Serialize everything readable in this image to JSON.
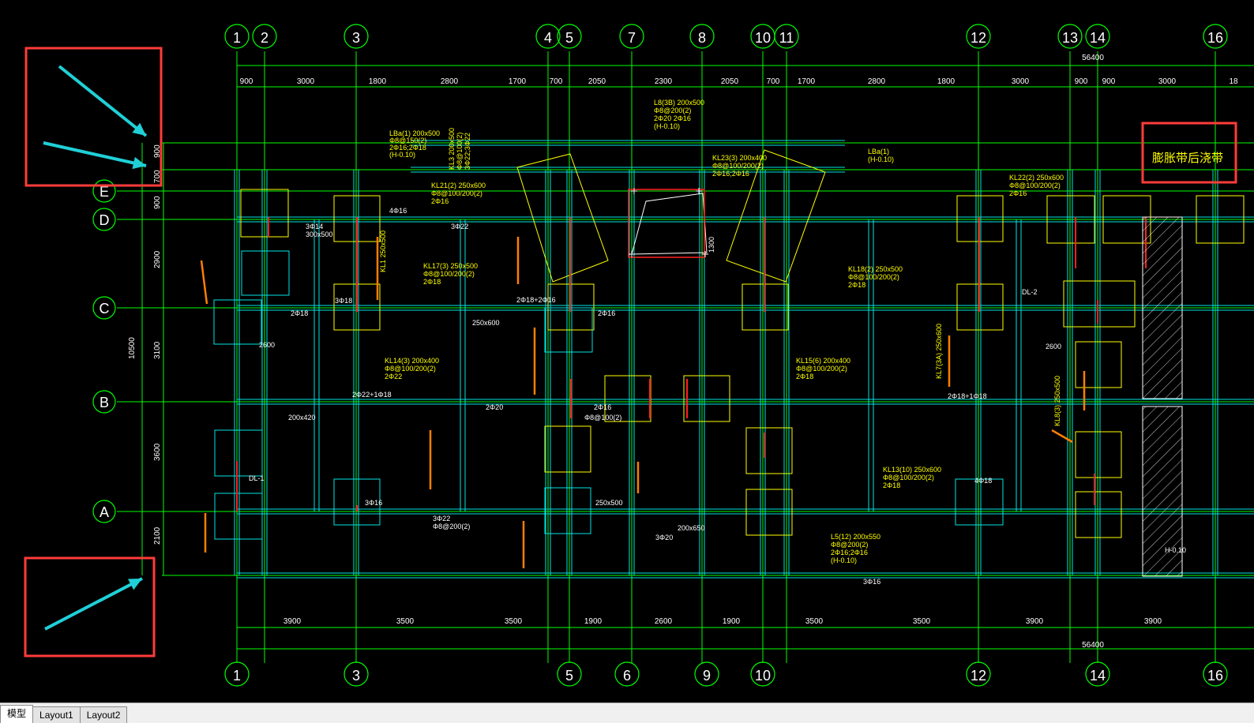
{
  "tabs": [
    "模型",
    "Layout1",
    "Layout2"
  ],
  "overall_dim": "56400",
  "grid_top": [
    "1",
    "2",
    "3",
    "4",
    "5",
    "7",
    "8",
    "10",
    "11",
    "12",
    "13",
    "14",
    "16"
  ],
  "grid_bottom": [
    "1",
    "3",
    "5",
    "6",
    "9",
    "10",
    "12",
    "14",
    "16"
  ],
  "rows": [
    "E",
    "D",
    "C",
    "B",
    "A"
  ],
  "top_dims": [
    "900",
    "3000",
    "1800",
    "2800",
    "1700",
    "700",
    "2050",
    "2300",
    "2050",
    "700",
    "1700",
    "2800",
    "1800",
    "3000",
    "900",
    "900",
    "3000",
    "18"
  ],
  "bottom_dims": [
    "3900",
    "3500",
    "3500",
    "1900",
    "2600",
    "1900",
    "3500",
    "3500",
    "3900",
    "3900"
  ],
  "left_dims": [
    "900",
    "700",
    "900",
    "2900",
    "3100",
    "3600",
    "2100"
  ],
  "left_total": "10500",
  "callout": "膨胀带后浇带",
  "beam_labels": [
    "LBa(1) 200x500",
    "Φ8@150(2)",
    "2Φ16;2Φ18",
    "(H-0.10)",
    "KL3 200x500",
    "Φ8@100(2)",
    "3Φ22;3Φ22",
    "KL21(2) 250x600",
    "Φ8@100/200(2)",
    "2Φ16",
    "KL1 250x500",
    "KL17(3) 250x500",
    "Φ8@100/200(2)",
    "2Φ18",
    "L8(3B) 200x500",
    "Φ8@200(2)",
    "2Φ20 2Φ16",
    "(H-0.10)",
    "KL23(3) 200x400",
    "Φ8@100/200(2)",
    "2Φ16;2Φ16",
    "LBa(1)",
    "(H-0.10)",
    "KL22(2) 250x600",
    "Φ8@100/200(2)",
    "2Φ16",
    "KL18(2) 250x500",
    "Φ8@100/200(2)",
    "2Φ18",
    "KL14(3) 200x400",
    "Φ8@100/200(2)",
    "2Φ22",
    "KL15(6) 200x400",
    "Φ8@100/200(2)",
    "2Φ18",
    "KL13(10) 250x600",
    "Φ8@100/200(2)",
    "2Φ18",
    "L5(12) 200x550",
    "Φ8@200(2)",
    "2Φ16;2Φ16",
    "(H-0.10)",
    "KL7(3A) 250x600",
    "KL8(3) 250x500"
  ],
  "rebar_labels": [
    "3Φ14",
    "300x500",
    "4Φ16",
    "3Φ22",
    "3Φ18",
    "2Φ18",
    "2Φ16",
    "2600",
    "250x600",
    "2Φ18+2Φ16",
    "2Φ20",
    "2Φ22+1Φ18",
    "2Φ16",
    "4Φ18",
    "3Φ16",
    "250x500",
    "3Φ22",
    "Φ8@200(2)",
    "3Φ20",
    "200x650",
    "3Φ16",
    "DL-1",
    "DL-2",
    "H-0.10",
    "1300",
    "200x420",
    "Φ8@100(2)",
    "2600",
    "2Φ18+1Φ18"
  ]
}
